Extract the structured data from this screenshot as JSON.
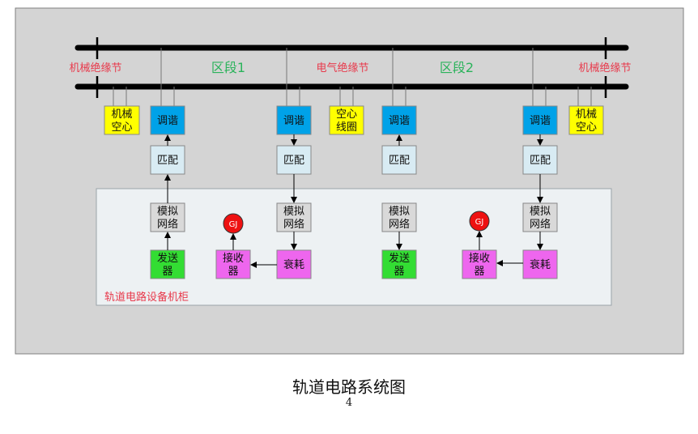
{
  "diagram": {
    "labels": {
      "mech_joint_left": "机械绝缘节",
      "section1": "区段1",
      "elec_joint": "电气绝缘节",
      "section2": "区段2",
      "mech_joint_right": "机械绝缘节",
      "cabinet": "轨道电路设备机柜"
    },
    "boxes": {
      "mech_hollow_left": [
        "机械",
        "空心"
      ],
      "tuning": [
        "调谐"
      ],
      "hollow_coil": [
        "空心",
        "线圈"
      ],
      "mech_hollow_right": [
        "机械",
        "空心"
      ],
      "matching": [
        "匹配"
      ],
      "sim_network": [
        "模拟",
        "网络"
      ],
      "transmitter": [
        "发送",
        "器"
      ],
      "receiver": [
        "接收",
        "器"
      ],
      "attenuator": [
        "衰耗"
      ],
      "relay": "GJ"
    },
    "colors": {
      "rail": "#000000",
      "label_red": "#e8394b",
      "label_green": "#2bb35b",
      "yellow": "#ffff00",
      "blue": "#00a2e8",
      "light_blue": "#d8ebf3",
      "gray": "#d9d9d9",
      "green": "#33dd33",
      "magenta": "#ee66ee",
      "red": "#ee1111",
      "panel_bg": "#d4d4d4",
      "cabinet_bg": "#edf1f3"
    }
  },
  "caption": {
    "title": "轨道电路系统图",
    "page_number": "4"
  }
}
